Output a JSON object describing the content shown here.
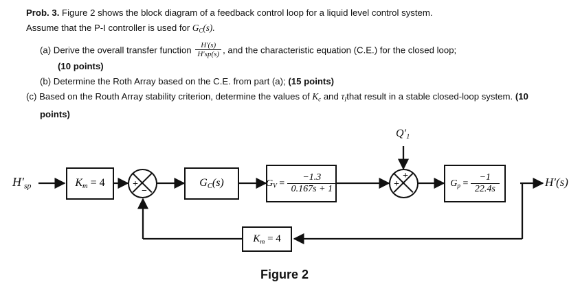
{
  "problem": {
    "label": "Prob. 3.",
    "intro_line1": "Figure 2 shows the block diagram of a feedback control loop for a liquid level control system.",
    "intro_line2": "Assume that the P-I controller is used for",
    "intro_gc": "G",
    "intro_gc_sub": "C",
    "intro_gc_arg": "(s).",
    "parts": [
      {
        "tag": "(a)",
        "text_before": "Derive the overall transfer function",
        "fraction_numerator": "H′(s)",
        "fraction_denominator": "H′sp(s)",
        "text_after": ", and the characteristic equation (C.E.) for the closed loop;",
        "points": "(10 points)"
      },
      {
        "tag": "(b)",
        "text_before": "Determine the Roth Array based on the C.E. from part (a);",
        "points": "(15 points)"
      },
      {
        "tag": "(c)",
        "text_before": "Based on the Routh Array stability criterion, determine the values of",
        "symbol_kc": "K",
        "symbol_kc_sub": "c",
        "text_mid": "and",
        "symbol_tau": "τ",
        "symbol_tau_sub": "I",
        "text_after": "that result in a stable closed-loop system.",
        "points": "(10 points)"
      }
    ]
  },
  "diagram": {
    "input_label": "H′",
    "input_label_sub": "sp",
    "output_label": "H′(s)",
    "disturbance_label": "Q′",
    "disturbance_label_sub": "1",
    "blocks": {
      "measurement_gain": {
        "symbol": "K",
        "symbol_sub": "m",
        "equals": "= 4"
      },
      "controller": {
        "symbol": "G",
        "symbol_sub": "C",
        "arg": "(s)"
      },
      "valve": {
        "symbol": "G",
        "symbol_sub": "V",
        "equals": "=",
        "numerator": "−1.3",
        "denominator": "0.167s + 1"
      },
      "process": {
        "symbol": "G",
        "symbol_sub": "p",
        "equals": "=",
        "numerator": "−1",
        "denominator": "22.4s"
      },
      "feedback_gain": {
        "symbol": "K",
        "symbol_sub": "m",
        "equals": "= 4"
      }
    },
    "summing_junction_1": {
      "sign_left": "+",
      "sign_bottom": "−"
    },
    "summing_junction_2": {
      "sign_left": "+",
      "sign_top": "+"
    }
  },
  "caption": "Figure 2",
  "colors": {
    "line": "#111111",
    "background": "#ffffff",
    "text": "#111111"
  }
}
